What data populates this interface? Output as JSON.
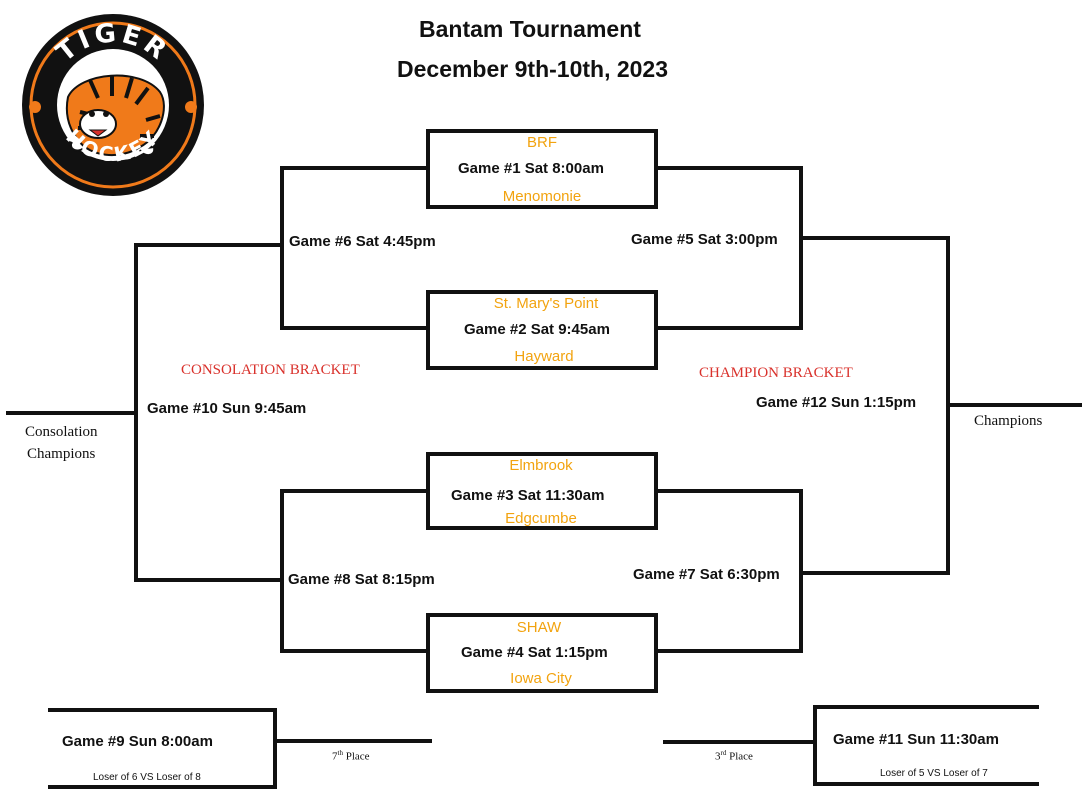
{
  "header": {
    "title": "Bantam Tournament",
    "dates": "December 9th-10th, 2023"
  },
  "logo": {
    "top_text": "TIGER",
    "bottom_text": "HOCKEY",
    "colors": {
      "ring": "#111111",
      "accent": "#f07a1a"
    }
  },
  "colors": {
    "team": "#f2a30f",
    "section": "#d9312b",
    "text": "#111111"
  },
  "games": {
    "g1": {
      "label": "Game #1 Sat 8:00am",
      "home": "BRF",
      "away": "Menomonie"
    },
    "g2": {
      "label": "Game #2 Sat 9:45am",
      "home": "St. Mary's Point",
      "away": "Hayward"
    },
    "g3": {
      "label": "Game #3 Sat 11:30am",
      "home": "Elmbrook",
      "away": "Edgcumbe"
    },
    "g4": {
      "label": "Game #4 Sat 1:15pm",
      "home": "SHAW",
      "away": "Iowa City"
    },
    "g5": "Game #5 Sat 3:00pm",
    "g6": "Game #6 Sat 4:45pm",
    "g7": "Game #7 Sat 6:30pm",
    "g8": "Game #8 Sat 8:15pm",
    "g9": {
      "label": "Game #9 Sun 8:00am",
      "note": "Loser of 6 VS Loser of 8"
    },
    "g10": "Game #10 Sun 9:45am",
    "g11": {
      "label": "Game #11 Sun 11:30am",
      "note": "Loser of 5 VS Loser of 7"
    },
    "g12": "Game #12 Sun 1:15pm"
  },
  "sections": {
    "consolation": "CONSOLATION BRACKET",
    "champion": "CHAMPION BRACKET"
  },
  "results": {
    "consolation_line1": "Consolation",
    "consolation_line2": "Champions",
    "champions": "Champions",
    "seventh_num": "7",
    "seventh_sup": "th",
    "seventh_word": " Place",
    "third_num": "3",
    "third_sup": "rd",
    "third_word": " Place"
  }
}
